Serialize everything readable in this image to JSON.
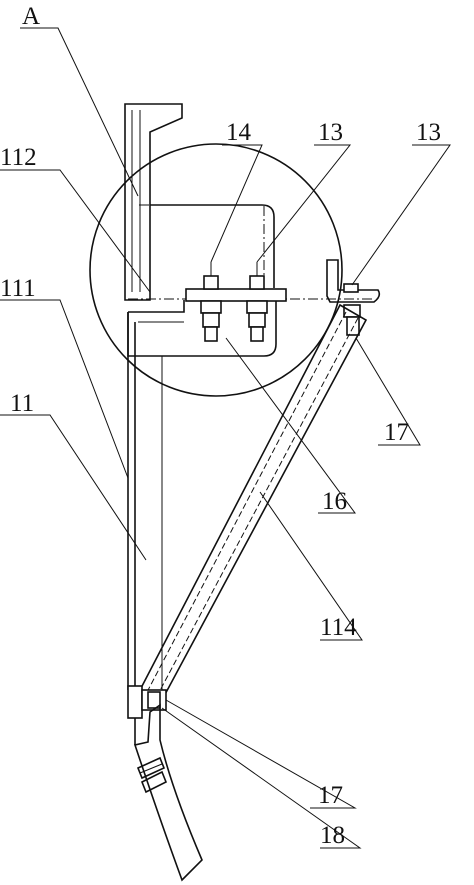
{
  "labels": {
    "a": "A",
    "l112": "112",
    "l111": "111",
    "l11": "11",
    "l14": "14",
    "l13_left": "13",
    "l13_right": "13",
    "l17_upper": "17",
    "l16": "16",
    "l114": "114",
    "l17_lower": "17",
    "l18": "18"
  }
}
